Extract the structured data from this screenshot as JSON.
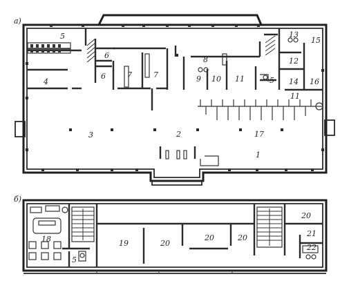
{
  "plans": [
    {
      "tag": "a)"
    },
    {
      "tag": "б)"
    }
  ],
  "rooms": [
    {
      "id": "r5a",
      "num": "5"
    },
    {
      "id": "r6a",
      "num": "6"
    },
    {
      "id": "r6b",
      "num": "6"
    },
    {
      "id": "r7a",
      "num": "7"
    },
    {
      "id": "r7b",
      "num": "7"
    },
    {
      "id": "r8",
      "num": "8"
    },
    {
      "id": "r9",
      "num": "9"
    },
    {
      "id": "r10",
      "num": "10"
    },
    {
      "id": "r11a",
      "num": "11"
    },
    {
      "id": "r5b",
      "num": "5"
    },
    {
      "id": "r13",
      "num": "13"
    },
    {
      "id": "r15",
      "num": "15"
    },
    {
      "id": "r12",
      "num": "12"
    },
    {
      "id": "r14",
      "num": "14"
    },
    {
      "id": "r16",
      "num": "16"
    },
    {
      "id": "r11b",
      "num": "11"
    },
    {
      "id": "r4",
      "num": "4"
    },
    {
      "id": "r3",
      "num": "3"
    },
    {
      "id": "r2",
      "num": "2"
    },
    {
      "id": "r17",
      "num": "17"
    },
    {
      "id": "r1",
      "num": "1"
    },
    {
      "id": "r18",
      "num": "18"
    },
    {
      "id": "r5c",
      "num": "5"
    },
    {
      "id": "r19",
      "num": "19"
    },
    {
      "id": "r20a",
      "num": "20"
    },
    {
      "id": "r20b",
      "num": "20"
    },
    {
      "id": "r20c",
      "num": "20"
    },
    {
      "id": "r20d",
      "num": "20"
    },
    {
      "id": "r21",
      "num": "21"
    },
    {
      "id": "r22",
      "num": "22"
    }
  ]
}
